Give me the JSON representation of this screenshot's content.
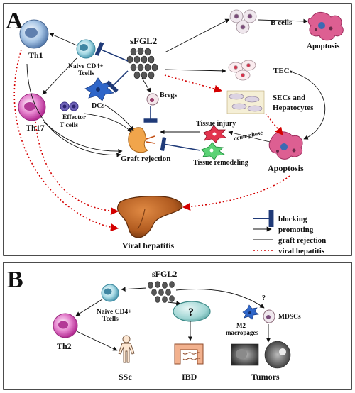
{
  "panel_a": {
    "letter": "A",
    "sfgl2": "sFGL2",
    "th1": "Th1",
    "naive_line1": "Naive CD4+",
    "naive_line2": "Tcells",
    "th17": "Th17",
    "dcs": "DCs",
    "effector_line1": "Effector",
    "effector_line2": "T cells",
    "bregs": "Bregs",
    "b_cells": "B cells",
    "apoptosis_top": "Apoptosis",
    "tecs": "TECs",
    "secs_line1": "SECs and",
    "secs_line2": "Hepatocytes",
    "tissue_injury": "Tissue injury",
    "acute_phase": "acute phase",
    "tissue_remodeling": "Tissue remodeling",
    "apoptosis_mid": "Apoptosis",
    "graft_rejection": "Graft rejection",
    "viral_hepatitis": "Viral hepatitis",
    "legend": {
      "blocking": "blocking",
      "promoting": "promoting",
      "graft_rejection": "graft rejection",
      "viral_hepatitis": "viral hepatitis"
    }
  },
  "panel_b": {
    "letter": "B",
    "sfgl2": "sFGL2",
    "naive_line1": "Naive CD4+",
    "naive_line2": "Tcells",
    "th2": "Th2",
    "question": "?",
    "m2_line1": "M2",
    "m2_line2": "macropages",
    "mdscs": "MDSCs",
    "question_small": "?",
    "ssc": "SSc",
    "ibd": "IBD",
    "tumors": "Tumors"
  },
  "colors": {
    "blocking": "#1f3a78",
    "viral": "#d40000",
    "th1": "#8fb3d9",
    "th17": "#d85ab8",
    "apoptosis": "#d84c86",
    "liver": "#a7531c"
  }
}
